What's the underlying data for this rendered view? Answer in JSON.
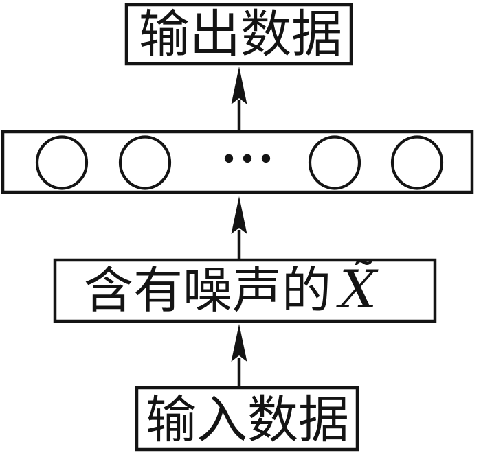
{
  "canvas": {
    "background": "#ffffff",
    "stroke_color": "#141414"
  },
  "nodes": {
    "output_box": {
      "label": "输出数据"
    },
    "hidden_layer": {
      "ellipsis": "···",
      "visible_neurons": 4
    },
    "noisy_input_box": {
      "label_prefix": "含有噪声的",
      "label_symbol": "X̃"
    },
    "input_box": {
      "label": "输入数据"
    }
  },
  "arrows": [
    {
      "from": "hidden_layer",
      "to": "output_box",
      "direction": "up"
    },
    {
      "from": "noisy_input_box",
      "to": "hidden_layer",
      "direction": "up"
    },
    {
      "from": "input_box",
      "to": "noisy_input_box",
      "direction": "up"
    }
  ]
}
